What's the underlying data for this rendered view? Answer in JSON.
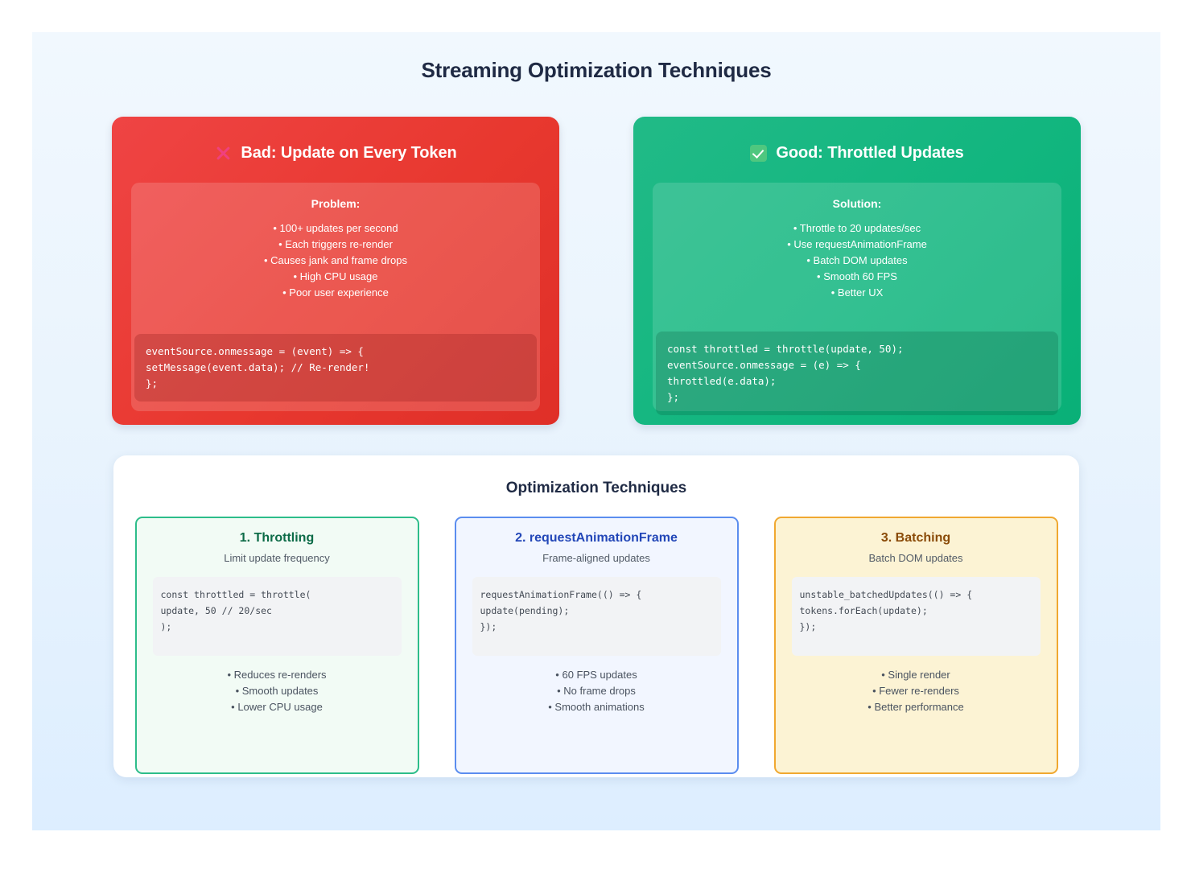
{
  "page": {
    "title": "Streaming Optimization Techniques",
    "background_top": "#f1f8fe",
    "background_bottom": "#ddeeff"
  },
  "comparison": {
    "bad": {
      "icon": "cross-mark-icon",
      "icon_color": "#f0407e",
      "accent": "#ef4444",
      "heading": "Bad: Update on Every Token",
      "panel_label": "Problem:",
      "bullets": [
        "• 100+ updates per second",
        "• Each triggers re-render",
        "• Causes jank and frame drops",
        "• High CPU usage",
        "• Poor user experience"
      ],
      "code": "eventSource.onmessage = (event) => {\nsetMessage(event.data); // Re-render!\n};"
    },
    "good": {
      "icon": "check-mark-icon",
      "icon_color": "#4fc77f",
      "accent": "#12b67f",
      "heading": "Good: Throttled Updates",
      "panel_label": "Solution:",
      "bullets": [
        "• Throttle to 20 updates/sec",
        "• Use requestAnimationFrame",
        "• Batch DOM updates",
        "• Smooth 60 FPS",
        "• Better UX"
      ],
      "code": "const throttled = throttle(update, 50);\neventSource.onmessage = (e) => {\nthrottled(e.data);\n};"
    }
  },
  "techniques": {
    "title": "Optimization Techniques",
    "cards": [
      {
        "title": "1. Throttling",
        "subtitle": "Limit update frequency",
        "accent": "#2dbd8a",
        "background": "#f2fbf5",
        "title_color": "#0c6b47",
        "code": "const throttled = throttle(\nupdate, 50 // 20/sec\n);",
        "bullets": [
          "• Reduces re-renders",
          "• Smooth updates",
          "• Lower CPU usage"
        ]
      },
      {
        "title": "2. requestAnimationFrame",
        "subtitle": "Frame-aligned updates",
        "accent": "#5b8def",
        "background": "#f2f6ff",
        "title_color": "#2347b8",
        "code": "requestAnimationFrame(() => {\nupdate(pending);\n});",
        "bullets": [
          "• 60 FPS updates",
          "• No frame drops",
          "• Smooth animations"
        ]
      },
      {
        "title": "3. Batching",
        "subtitle": "Batch DOM updates",
        "accent": "#f0a830",
        "background": "#fcf3d4",
        "title_color": "#8a4b08",
        "code": "unstable_batchedUpdates(() => {\ntokens.forEach(update);\n});",
        "bullets": [
          "• Single render",
          "• Fewer re-renders",
          "• Better performance"
        ]
      }
    ]
  }
}
